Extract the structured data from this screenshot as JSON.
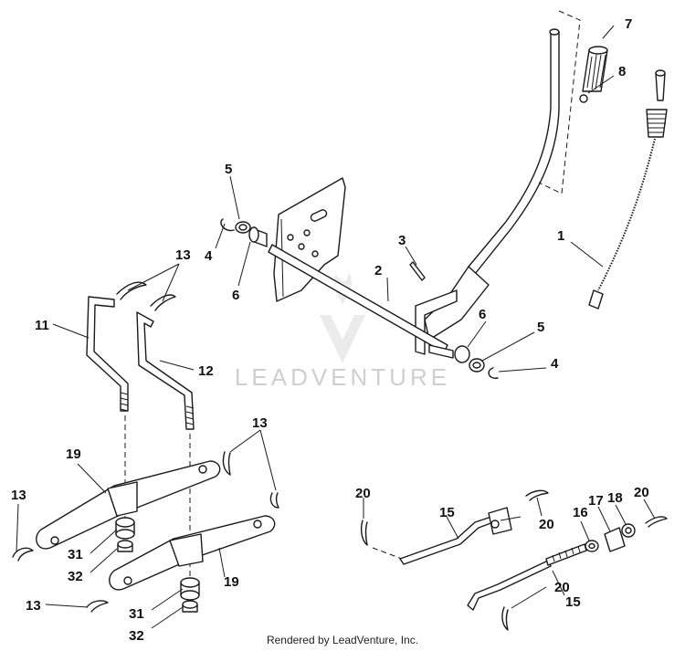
{
  "watermark": "LEADVENTURE",
  "footer": "Rendered by LeadVenture, Inc.",
  "callouts": {
    "c1": "1",
    "c2": "2",
    "c3": "3",
    "c4a": "4",
    "c4b": "4",
    "c5a": "5",
    "c5b": "5",
    "c6a": "6",
    "c6b": "6",
    "c7": "7",
    "c8": "8",
    "c11": "11",
    "c12": "12",
    "c13a": "13",
    "c13b": "13",
    "c13c": "13",
    "c13d": "13",
    "c15a": "15",
    "c15b": "15",
    "c16": "16",
    "c17": "17",
    "c18": "18",
    "c19a": "19",
    "c19b": "19",
    "c20a": "20",
    "c20b": "20",
    "c20c": "20",
    "c20d": "20",
    "c31a": "31",
    "c31b": "31",
    "c32a": "32",
    "c32b": "32"
  }
}
